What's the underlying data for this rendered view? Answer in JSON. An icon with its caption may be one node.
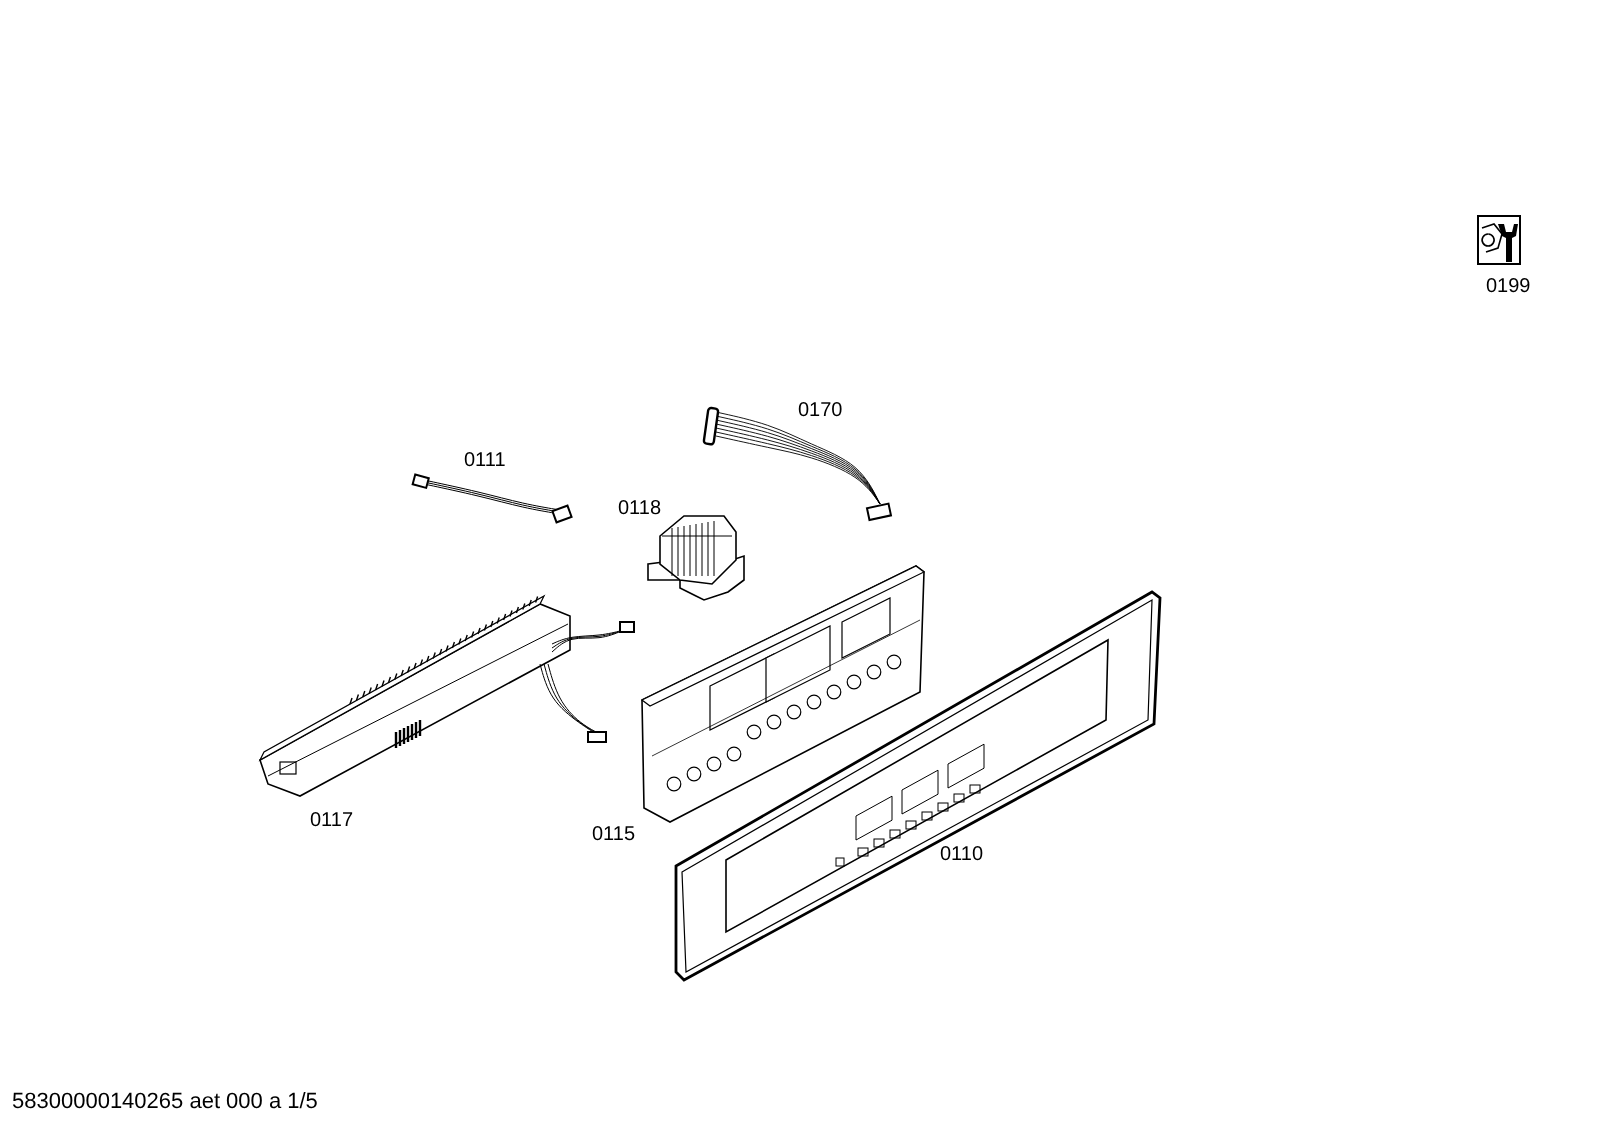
{
  "diagram": {
    "labels": [
      "0199",
      "0170",
      "0111",
      "0118",
      "0117",
      "0115",
      "0110",
      "58300000140265 aet 000 a 1/5"
    ]
  }
}
